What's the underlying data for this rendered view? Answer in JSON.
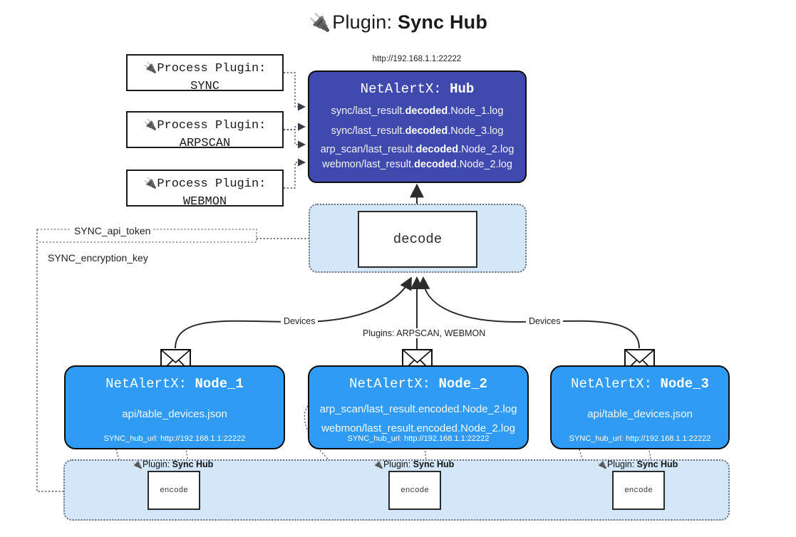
{
  "title": {
    "icon": "plug-icon",
    "prefix": "Plugin:",
    "name": "Sync Hub"
  },
  "hub_url_label": "http://192.168.1.1:22222",
  "process_plugins": [
    {
      "icon": "plug-icon",
      "caption": "Process Plugin:",
      "name": "SYNC"
    },
    {
      "icon": "plug-icon",
      "caption": "Process Plugin:",
      "name": "ARPSCAN"
    },
    {
      "icon": "plug-icon",
      "caption": "Process Plugin:",
      "name": "WEBMON"
    }
  ],
  "hub": {
    "app": "NetAlertX:",
    "role": "Hub",
    "logs": [
      {
        "pre": "sync/last_result.",
        "mid": "decoded",
        "post": ".Node_1.log"
      },
      {
        "pre": "sync/last_result.",
        "mid": "decoded",
        "post": ".Node_3.log"
      },
      {
        "pre": "arp_scan/last_result.",
        "mid": "decoded",
        "post": ".Node_2.log"
      },
      {
        "pre": "webmon/last_result.",
        "mid": "decoded",
        "post": ".Node_2.log"
      }
    ]
  },
  "decode": {
    "label": "decode"
  },
  "keys": {
    "api_token": "SYNC_api_token",
    "encryption_key": "SYNC_encryption_key"
  },
  "edge_labels": {
    "devices_left": "Devices",
    "devices_right": "Devices",
    "plugins": "Plugins: ARPSCAN, WEBMON"
  },
  "nodes": [
    {
      "app": "NetAlertX:",
      "name": "Node_1",
      "lines": [
        "api/table_devices.json"
      ],
      "hub_url": "SYNC_hub_url: http://192.168.1.1:22222",
      "mail_icon": "envelope-icon"
    },
    {
      "app": "NetAlertX:",
      "name": "Node_2",
      "lines": [
        "arp_scan/last_result.encoded.Node_2.log",
        "webmon/last_result.encoded.Node_2.log"
      ],
      "hub_url": "SYNC_hub_url: http://192.168.1.1:22222",
      "mail_icon": "envelope-icon"
    },
    {
      "app": "NetAlertX:",
      "name": "Node_3",
      "lines": [
        "api/table_devices.json"
      ],
      "hub_url": "SYNC_hub_url: http://192.168.1.1:22222",
      "mail_icon": "envelope-icon"
    }
  ],
  "encoders": [
    {
      "icon": "plug-icon",
      "prefix": "Plugin:",
      "name": "Sync Hub",
      "box_label": "encode"
    },
    {
      "icon": "plug-icon",
      "prefix": "Plugin:",
      "name": "Sync Hub",
      "box_label": "encode"
    },
    {
      "icon": "plug-icon",
      "prefix": "Plugin:",
      "name": "Sync Hub",
      "box_label": "encode"
    }
  ],
  "colors": {
    "hub_fill": "#4049ae",
    "node_fill": "#2f9bf5",
    "container_fill": "#d4e7f8",
    "stroke": "#0e0e0e"
  }
}
